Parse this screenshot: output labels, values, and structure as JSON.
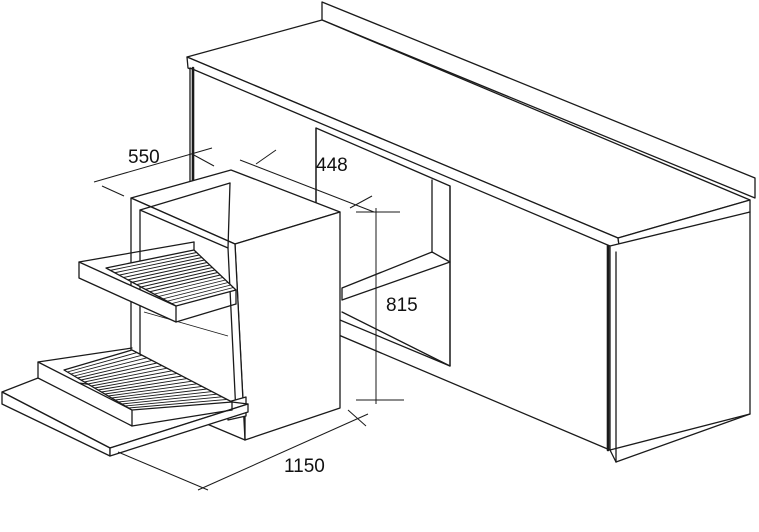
{
  "dimensions": {
    "depth_label": "550",
    "niche_width_label": "448",
    "height_label": "815",
    "open_length_label": "1150"
  }
}
